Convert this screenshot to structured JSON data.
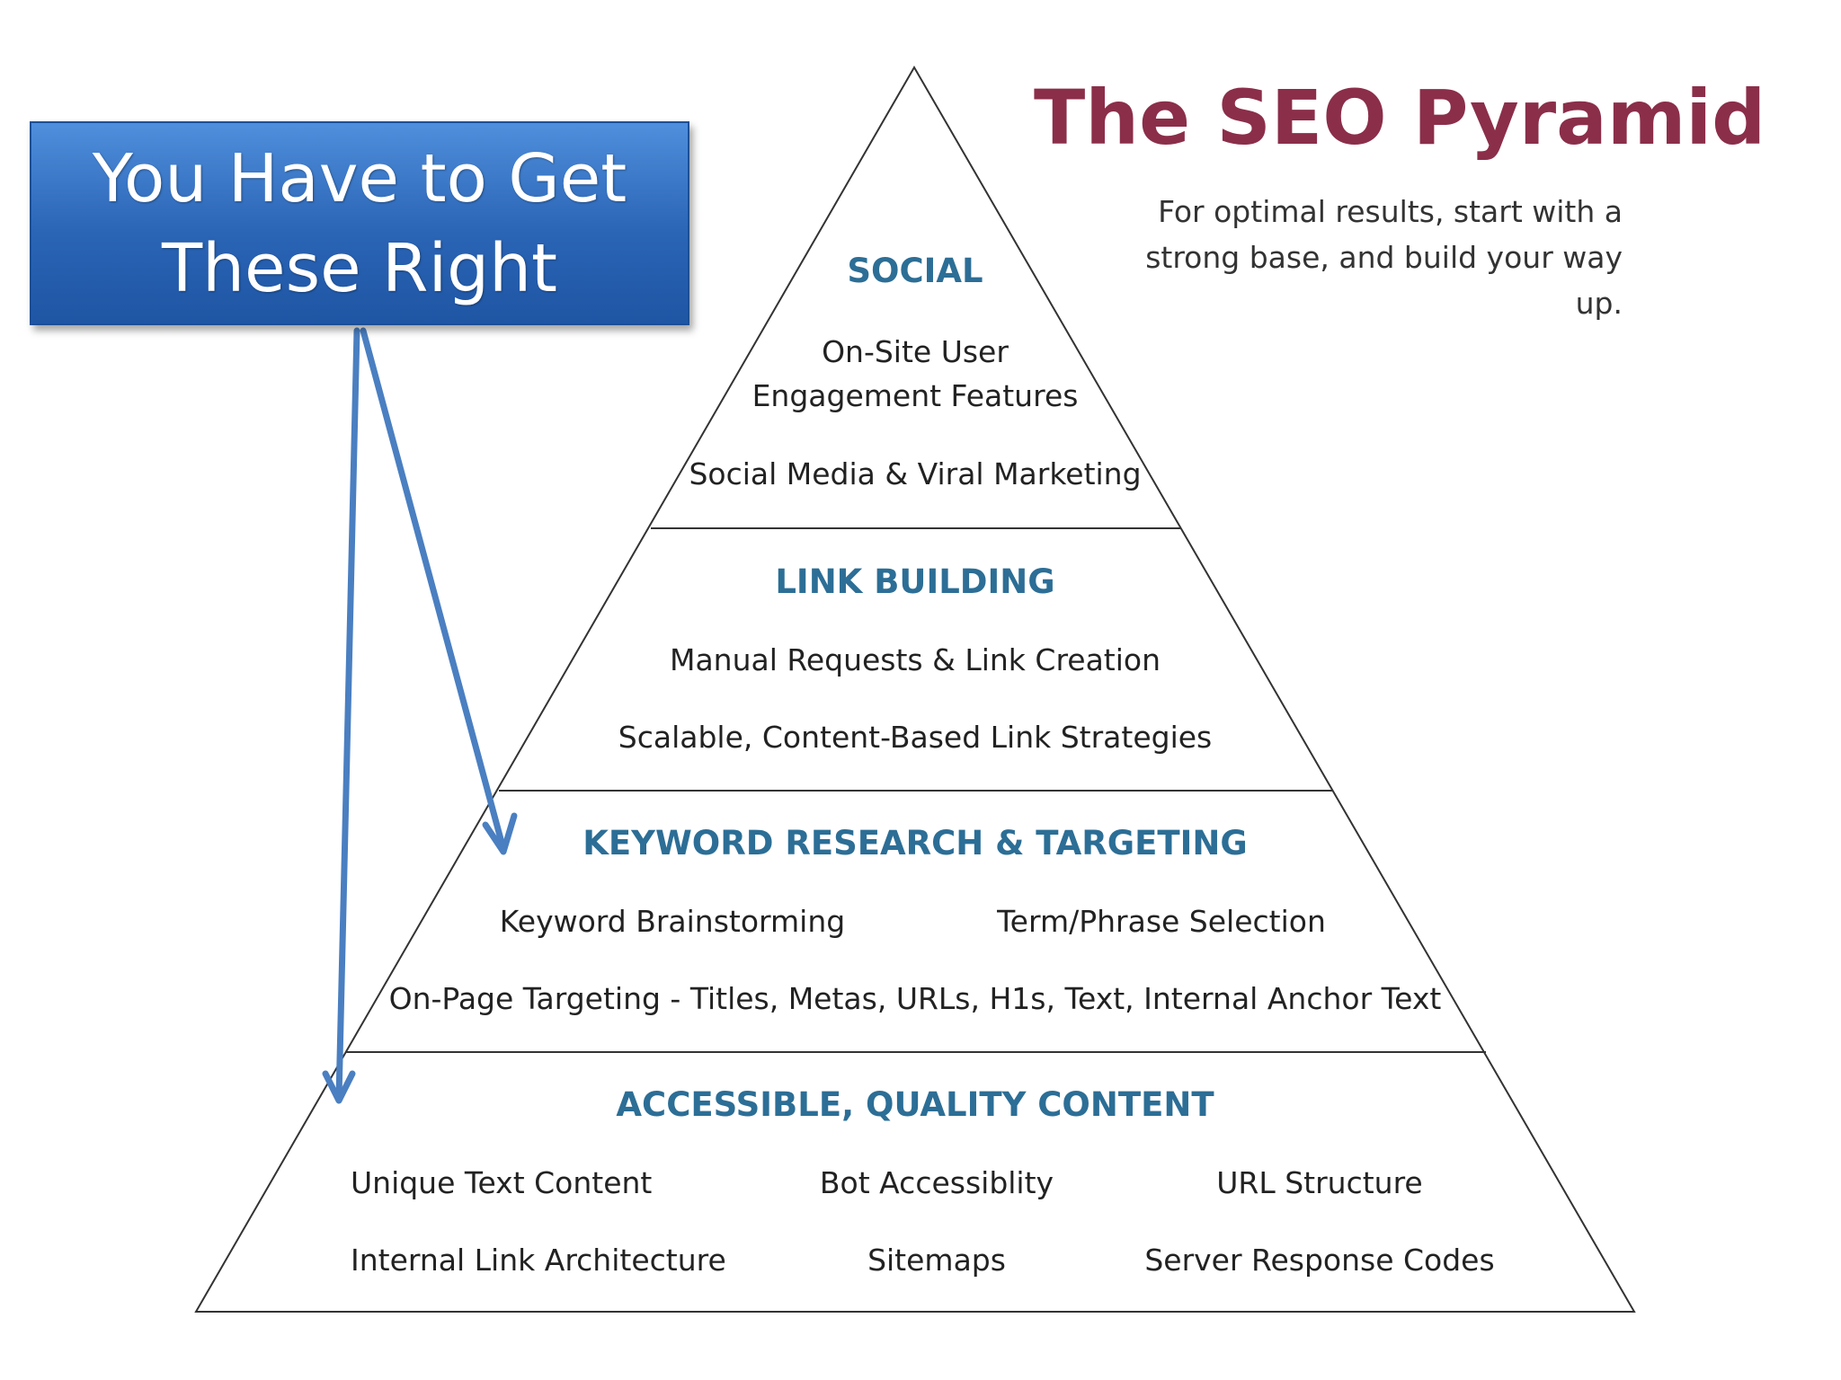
{
  "title": "The SEO Pyramid",
  "subtitle": "For optimal results, start with a strong base, and build your way up.",
  "callout": {
    "line1": "You Have to Get",
    "line2": "These Right"
  },
  "tiers": {
    "social": {
      "heading": "SOCIAL",
      "item1a": "On-Site User",
      "item1b": "Engagement Features",
      "item2": "Social Media & Viral Marketing"
    },
    "link_building": {
      "heading": "LINK BUILDING",
      "item1": "Manual Requests & Link Creation",
      "item2": "Scalable, Content-Based Link Strategies"
    },
    "keyword": {
      "heading": "KEYWORD RESEARCH & TARGETING",
      "item1": "Keyword Brainstorming",
      "item2": "Term/Phrase Selection",
      "item3": "On-Page Targeting - Titles, Metas, URLs, H1s, Text, Internal Anchor Text"
    },
    "content": {
      "heading": "ACCESSIBLE, QUALITY CONTENT",
      "item1": "Unique Text Content",
      "item2": "Bot Accessiblity",
      "item3": "URL Structure",
      "item4": "Internal Link Architecture",
      "item5": "Sitemaps",
      "item6": "Server Response Codes"
    }
  },
  "colors": {
    "title": "#8b2e4a",
    "heading": "#2c6e96",
    "callout": "#2a64b5",
    "arrow": "#4a7fc1",
    "outline": "#333333"
  }
}
